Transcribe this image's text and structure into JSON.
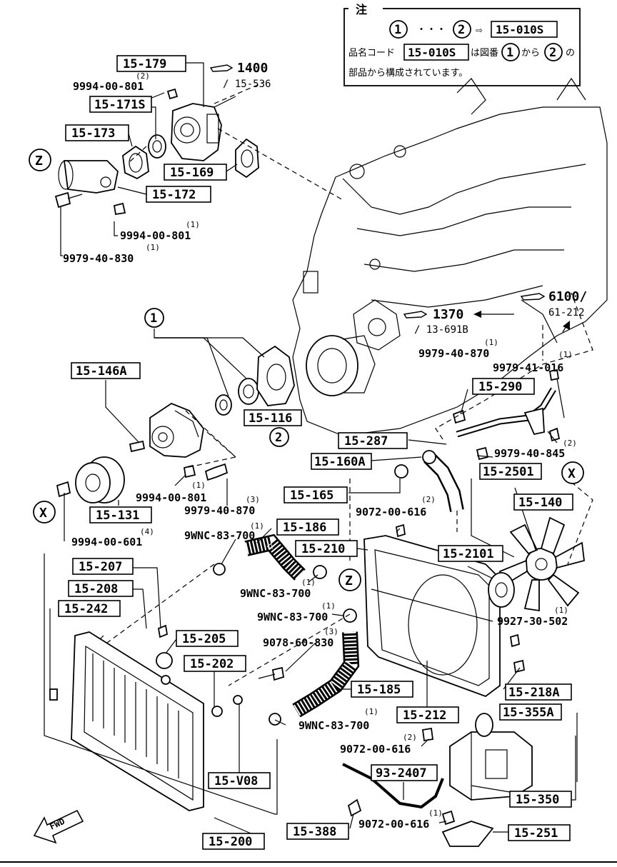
{
  "note": {
    "title": "注",
    "row1_circle_a": "1",
    "row1_dots": "・・・",
    "row1_circle_b": "2",
    "row1_arrow": "⇨",
    "row1_code": "15-010S",
    "row2_prefix": "品名コード",
    "row2_code": "15-010S",
    "row2_mid": "は図番",
    "row2_circle_a": "1",
    "row2_kara": "から",
    "row2_circle_b": "2",
    "row2_suffix": "の",
    "row3": "部品から構成されています。"
  },
  "xrefs": {
    "x1400": {
      "big": "1400",
      "small": "/ 15-536"
    },
    "x1370": {
      "big": "1370",
      "small": "/ 13-691B"
    },
    "x6100": {
      "big": "6100/",
      "small": "61-212"
    }
  },
  "part_labels": {
    "p15_179": "15-179",
    "p15_171s": "15-171S",
    "p15_173": "15-173",
    "p15_169": "15-169",
    "p15_172": "15-172",
    "p15_146a": "15-146A",
    "p15_116": "15-116",
    "p15_290": "15-290",
    "p15_287": "15-287",
    "p15_160a": "15-160A",
    "p15_2501": "15-2501",
    "p15_165": "15-165",
    "p15_140": "15-140",
    "p15_131": "15-131",
    "p15_186": "15-186",
    "p15_210": "15-210",
    "p15_2101": "15-2101",
    "p15_207": "15-207",
    "p15_208": "15-208",
    "p15_242": "15-242",
    "p15_205": "15-205",
    "p15_202": "15-202",
    "p15_185": "15-185",
    "p15_218a": "15-218A",
    "p15_212": "15-212",
    "p15_355a": "15-355A",
    "p15_v08": "15-V08",
    "p93_2407": "93-2407",
    "p15_350": "15-350",
    "p15_388": "15-388",
    "p15_251": "15-251",
    "p15_200": "15-200"
  },
  "refs": {
    "r_9994_00_801_top": {
      "qty": "(2)",
      "code": "9994-00-801"
    },
    "r_9994_00_801_mid": {
      "qty": "(1)",
      "code": "9994-00-801"
    },
    "r_9979_40_830": {
      "qty": "(1)",
      "code": "9979-40-830"
    },
    "r_9979_40_870_right": {
      "qty": "(1)",
      "code": "9979-40-870"
    },
    "r_9979_41_016": {
      "qty": "(1)",
      "code": "9979-41-016"
    },
    "r_9979_40_845": {
      "qty": "(2)",
      "code": "9979-40-845"
    },
    "r_9994_00_801_pump": {
      "qty": "(1)",
      "code": "9994-00-801"
    },
    "r_9979_40_870_pump": {
      "qty": "(3)",
      "code": "9979-40-870"
    },
    "r_9072_00_616_top": {
      "qty": "(2)",
      "code": "9072-00-616"
    },
    "r_9994_00_601": {
      "qty": "(4)",
      "code": "9994-00-601"
    },
    "r_9wnc_1": {
      "qty": "(1)",
      "code": "9WNC-83-700"
    },
    "r_9wnc_2": {
      "qty": "(1)",
      "code": "9WNC-83-700"
    },
    "r_9wnc_3": {
      "qty": "(1)",
      "code": "9WNC-83-700"
    },
    "r_9078_60_830": {
      "qty": "(3)",
      "code": "9078-60-830"
    },
    "r_9927_30_502": {
      "qty": "(1)",
      "code": "9927-30-502"
    },
    "r_9wnc_4": {
      "qty": "(1)",
      "code": "9WNC-83-700"
    },
    "r_9072_00_616_mid": {
      "qty": "(2)",
      "code": "9072-00-616"
    },
    "r_9072_00_616_bot": {
      "qty": "(1)",
      "code": "9072-00-616"
    }
  },
  "markers": {
    "z_left": "Z",
    "z_mid": "Z",
    "x_left": "X",
    "x_right": "X",
    "group_1": "1",
    "group_2": "2"
  },
  "fwd_label": "FWD"
}
